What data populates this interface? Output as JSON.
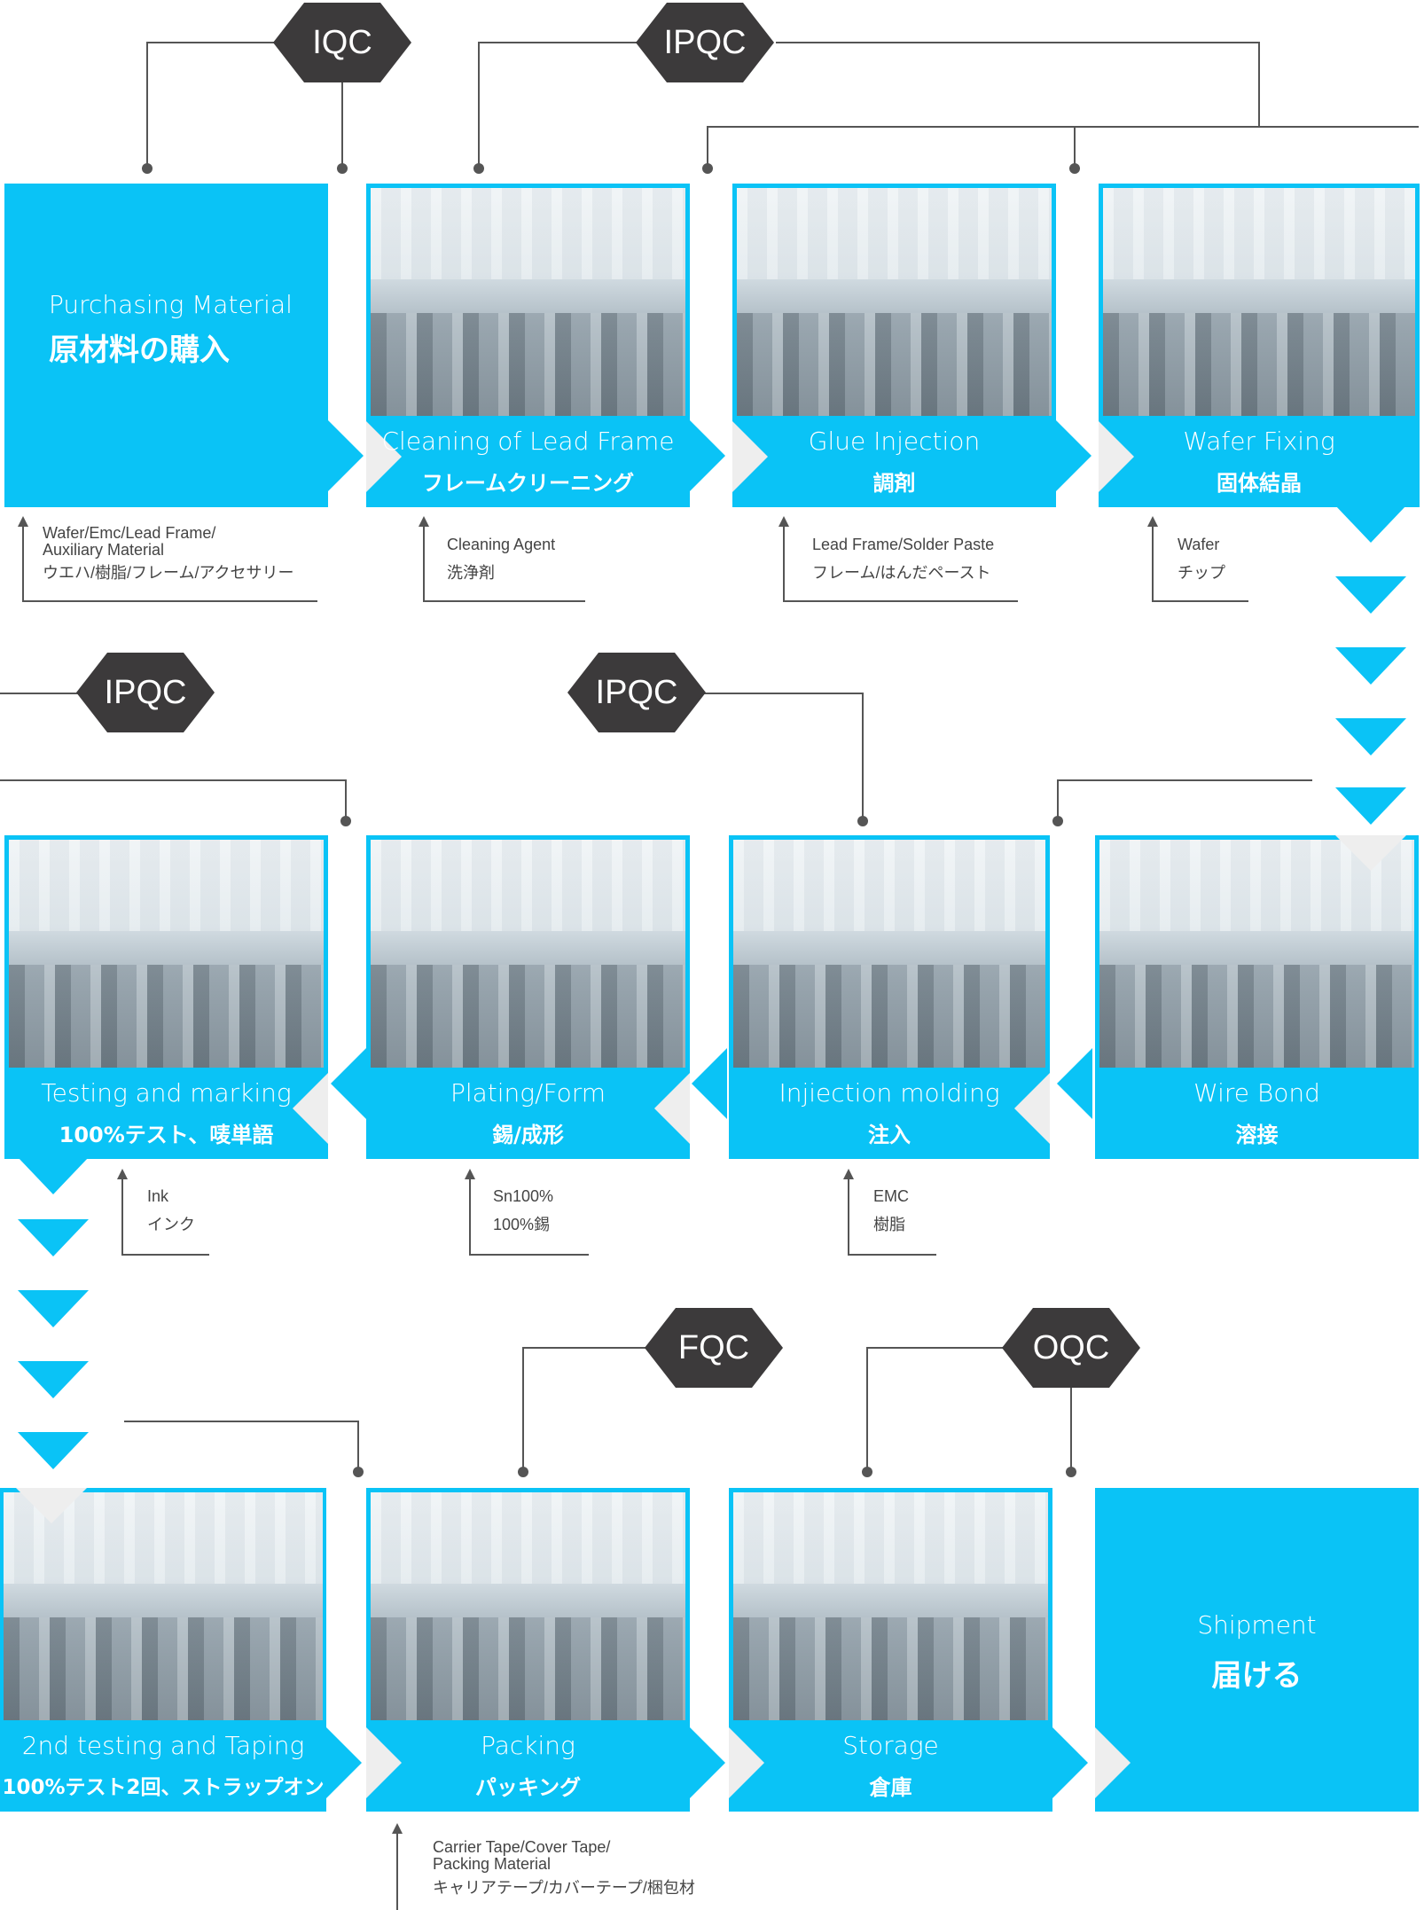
{
  "qc_labels": {
    "iqc": "IQC",
    "ipqc_top": "IPQC",
    "ipqc_mid_left": "IPQC",
    "ipqc_mid_center": "IPQC",
    "fqc": "FQC",
    "oqc": "OQC"
  },
  "steps": [
    {
      "title": "Purchasing Material",
      "subtitle": "原材料の購入",
      "material_lines": [
        "Wafer/Emc/Lead Frame/",
        "Auxiliary Material",
        "ウエハ/樹脂/フレーム/アクセサリー"
      ]
    },
    {
      "title": "Cleaning of Lead Frame",
      "subtitle": "フレームクリーニング",
      "material_lines": [
        "Cleaning Agent",
        "洗浄剤"
      ]
    },
    {
      "title": "Glue Injection",
      "subtitle": "調剤",
      "material_lines": [
        "Lead Frame/Solder Paste",
        "フレーム/はんだペースト"
      ]
    },
    {
      "title": "Wafer Fixing",
      "subtitle": "固体結晶",
      "material_lines": [
        "Wafer",
        "チップ"
      ]
    },
    {
      "title": "Wire Bond",
      "subtitle": "溶接",
      "material_lines": []
    },
    {
      "title": "Injiection molding",
      "subtitle": "注入",
      "material_lines": [
        "EMC",
        "樹脂"
      ]
    },
    {
      "title": "Plating/Form",
      "subtitle": "錫/成形",
      "material_lines": [
        "Sn100%",
        "100%錫"
      ]
    },
    {
      "title": "Testing and marking",
      "subtitle": "100%テスト、唛単語",
      "material_lines": [
        "Ink",
        "インク"
      ]
    },
    {
      "title": "2nd testing and Taping",
      "subtitle": "100%テスト2回、ストラップオン",
      "material_lines": []
    },
    {
      "title": "Packing",
      "subtitle": "パッキング",
      "material_lines": [
        "Carrier Tape/Cover Tape/",
        "Packing Material",
        "キャリアテープ/カバーテープ/梱包材"
      ]
    },
    {
      "title": "Storage",
      "subtitle": "倉庫",
      "material_lines": []
    },
    {
      "title": "Shipment",
      "subtitle": "届ける",
      "material_lines": []
    }
  ],
  "colors": {
    "box": "#0ac3f6",
    "qc_diamond": "#3c3a3b",
    "lines": "#555555",
    "arrow_chevron": "#eeeeee"
  }
}
